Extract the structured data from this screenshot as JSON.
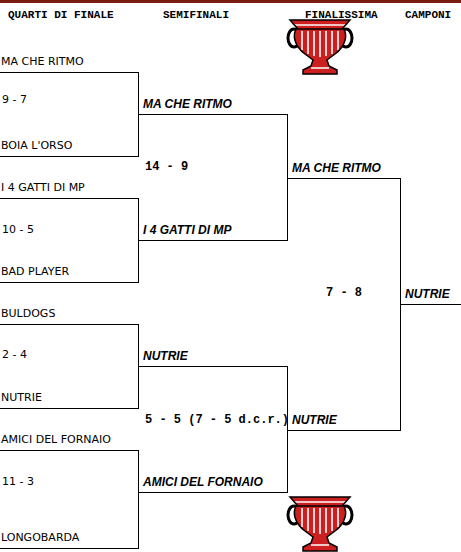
{
  "diagram": {
    "nodes": [
      {
        "text": [
          "MA CHE RITMO"
        ]
      },
      {
        "text": [
          "BOIA L'ORSO"
        ]
      },
      {
        "text": [
          "I 4 GATTI DI MP"
        ]
      },
      {
        "text": [
          "BAD PLAYER"
        ]
      },
      {
        "text": [
          "BULDOGS"
        ]
      },
      {
        "text": [
          "NUTRIE"
        ]
      },
      {
        "text": [
          "AMICI DEL FORNAIO"
        ]
      },
      {
        "text": [
          "LONGOBARDA"
        ]
      },
      {
        "text": [
          "MA CHE RITMO"
        ]
      },
      {
        "text": [
          "I 4 GATTI DI MP"
        ]
      },
      {
        "text": [
          "NUTRIE"
        ]
      },
      {
        "text": [
          "AMICI DEL FORNAIO"
        ]
      },
      {
        "text": [
          "MA CHE RITMO"
        ]
      },
      {
        "text": [
          "NUTRIE"
        ]
      },
      {
        "text": [
          "NUTRIE"
        ]
      }
    ],
    "edges": [
      {
        "from": 0,
        "to": 8,
        "arrow": "none"
      },
      {
        "from": 1,
        "to": 8,
        "arrow": "none"
      },
      {
        "from": 2,
        "to": 9,
        "arrow": "none"
      },
      {
        "from": 3,
        "to": 9,
        "arrow": "none"
      },
      {
        "from": 4,
        "to": 10,
        "arrow": "none"
      },
      {
        "from": 5,
        "to": 10,
        "arrow": "none"
      },
      {
        "from": 6,
        "to": 11,
        "arrow": "none"
      },
      {
        "from": 7,
        "to": 11,
        "arrow": "none"
      },
      {
        "from": 8,
        "to": 12,
        "arrow": "none"
      },
      {
        "from": 9,
        "to": 12,
        "arrow": "none"
      },
      {
        "from": 10,
        "to": 13,
        "arrow": "none"
      },
      {
        "from": 11,
        "to": 13,
        "arrow": "none"
      },
      {
        "from": 12,
        "to": 14,
        "arrow": "none"
      },
      {
        "from": 13,
        "to": 14,
        "arrow": "none"
      }
    ],
    "labels": [
      "QUARTI DI FINALE",
      "SEMIFINALI",
      "FINALISSIMA",
      "CAMPONI",
      "9 - 7",
      "10 - 5",
      "2 - 4",
      "11 - 3",
      "14 - 9",
      "5 - 5 (7 - 5 d.c.r.)",
      "7 - 8"
    ]
  }
}
